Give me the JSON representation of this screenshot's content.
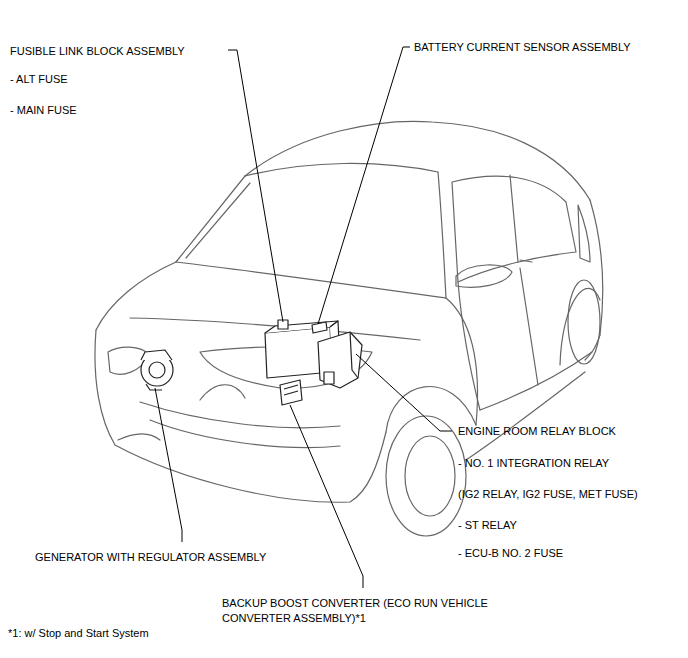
{
  "diagram": {
    "labels": [
      "FUSIBLE LINK BLOCK ASSEMBLY",
      "- ALT FUSE",
      "- MAIN FUSE",
      "BATTERY CURRENT SENSOR ASSEMBLY",
      "ENGINE ROOM RELAY BLOCK",
      "- NO. 1 INTEGRATION RELAY",
      "(IG2 RELAY, IG2 FUSE, MET FUSE)",
      "- ST RELAY",
      "- ECU-B NO. 2 FUSE",
      "GENERATOR WITH REGULATOR ASSEMBLY",
      "BACKUP BOOST CONVERTER (ECO RUN VEHICLE CONVERTER ASSEMBLY)*1",
      "*1: w/ Stop and Start System"
    ]
  }
}
